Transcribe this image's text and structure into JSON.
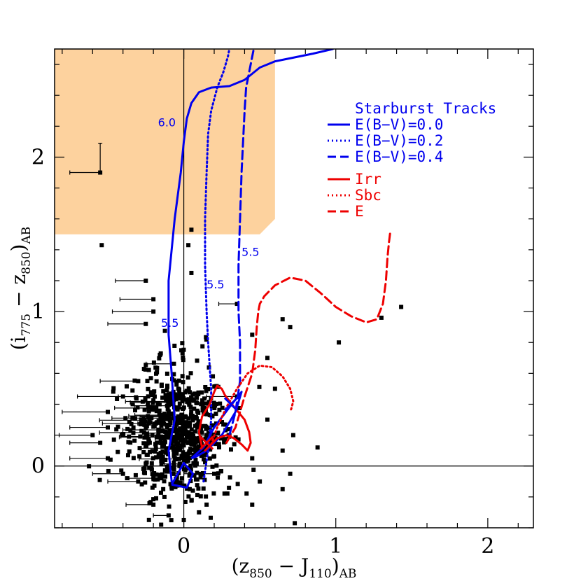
{
  "chart_data": {
    "type": "scatter",
    "xlabel": "(z850 − J110)AB",
    "xlabel_parts": {
      "open": "(z",
      "sub1": "850",
      "mid": " − J",
      "sub2": "110",
      "close": ")",
      "sub3": "AB"
    },
    "ylabel": "(i775 − z850)AB",
    "ylabel_parts": {
      "open": "(i",
      "sub1": "775",
      "mid": " − z",
      "sub2": "850",
      "close": ")",
      "sub3": "AB"
    },
    "xlim": [
      -0.85,
      2.3
    ],
    "ylim": [
      -0.4,
      2.7
    ],
    "xticks": [
      {
        "v": 0,
        "label": "0"
      },
      {
        "v": 1,
        "label": "1"
      },
      {
        "v": 2,
        "label": "2"
      }
    ],
    "yticks": [
      {
        "v": 0,
        "label": "0"
      },
      {
        "v": 1,
        "label": "1"
      },
      {
        "v": 2,
        "label": "2"
      }
    ],
    "selection_region": [
      [
        -0.85,
        2.7
      ],
      [
        0.6,
        2.7
      ],
      [
        0.6,
        1.6
      ],
      [
        0.5,
        1.5
      ],
      [
        -0.85,
        1.5
      ]
    ],
    "selection_color": "#fdd29e",
    "reference_lines": {
      "x": 0,
      "y": 0
    },
    "legend": {
      "title": "Starburst Tracks",
      "entries": [
        {
          "label": "E(B−V)=0.0",
          "color": "#0000ee",
          "dash": "solid"
        },
        {
          "label": "E(B−V)=0.2",
          "color": "#0000ee",
          "dash": "dotted"
        },
        {
          "label": "E(B−V)=0.4",
          "color": "#0000ee",
          "dash": "dashed"
        },
        {
          "label": "Irr",
          "color": "#ee0000",
          "dash": "solid"
        },
        {
          "label": "Sbc",
          "color": "#ee0000",
          "dash": "dotted"
        },
        {
          "label": "E",
          "color": "#ee0000",
          "dash": "dashed"
        }
      ]
    },
    "series": [
      {
        "name": "E(B−V)=0.0",
        "color": "#0000ee",
        "dash": "solid",
        "x": [
          -0.08,
          -0.1,
          -0.06,
          -0.08,
          -0.1,
          -0.1,
          -0.1,
          -0.08,
          -0.06,
          -0.04,
          -0.02,
          -0.01,
          0.0,
          0.02,
          0.05,
          0.1,
          0.18,
          0.3,
          0.4,
          0.5,
          0.6,
          0.7,
          0.85,
          0.98
        ],
        "y": [
          -0.1,
          0.1,
          0.3,
          0.6,
          0.85,
          1.0,
          1.2,
          1.4,
          1.6,
          1.75,
          1.9,
          2.0,
          2.1,
          2.25,
          2.35,
          2.42,
          2.45,
          2.46,
          2.5,
          2.58,
          2.62,
          2.64,
          2.67,
          2.7
        ]
      },
      {
        "name": "E(B−V)=0.2",
        "color": "#0000ee",
        "dash": "dotted",
        "x": [
          0.13,
          0.16,
          0.18,
          0.18,
          0.16,
          0.15,
          0.14,
          0.14,
          0.15,
          0.16,
          0.18,
          0.22,
          0.26,
          0.29,
          0.3
        ],
        "y": [
          -0.1,
          0.1,
          0.3,
          0.5,
          0.8,
          1.0,
          1.3,
          1.6,
          1.9,
          2.15,
          2.3,
          2.45,
          2.55,
          2.65,
          2.7
        ]
      },
      {
        "name": "E(B−V)=0.4",
        "color": "#0000ee",
        "dash": "dashed",
        "x": [
          0.3,
          0.34,
          0.37,
          0.37,
          0.36,
          0.36,
          0.37,
          0.38,
          0.39,
          0.4,
          0.41,
          0.44,
          0.46
        ],
        "y": [
          0.2,
          0.35,
          0.55,
          0.8,
          1.0,
          1.3,
          1.6,
          1.9,
          2.1,
          2.3,
          2.45,
          2.6,
          2.7
        ]
      },
      {
        "name": "Irr",
        "color": "#ee0000",
        "dash": "solid",
        "x": [
          0.12,
          0.1,
          0.12,
          0.17,
          0.2,
          0.22,
          0.25,
          0.27,
          0.3,
          0.35,
          0.4,
          0.43,
          0.44,
          0.42,
          0.38,
          0.33,
          0.28,
          0.22,
          0.17,
          0.14
        ],
        "y": [
          0.12,
          0.22,
          0.32,
          0.4,
          0.48,
          0.52,
          0.5,
          0.46,
          0.42,
          0.36,
          0.3,
          0.22,
          0.15,
          0.1,
          0.14,
          0.18,
          0.2,
          0.18,
          0.13,
          0.1
        ]
      },
      {
        "name": "Sbc",
        "color": "#ee0000",
        "dash": "dotted",
        "x": [
          0.18,
          0.22,
          0.28,
          0.35,
          0.42,
          0.5,
          0.58,
          0.65,
          0.7,
          0.72,
          0.71,
          0.7
        ],
        "y": [
          0.14,
          0.25,
          0.38,
          0.5,
          0.6,
          0.65,
          0.64,
          0.58,
          0.5,
          0.42,
          0.38,
          0.35
        ]
      },
      {
        "name": "E",
        "color": "#ee0000",
        "dash": "dashed",
        "x": [
          0.28,
          0.34,
          0.4,
          0.45,
          0.47,
          0.48,
          0.49,
          0.5,
          0.53,
          0.6,
          0.7,
          0.8,
          0.9,
          1.0,
          1.1,
          1.2,
          1.27,
          1.31,
          1.33,
          1.34,
          1.35,
          1.36
        ],
        "y": [
          0.15,
          0.25,
          0.45,
          0.6,
          0.75,
          0.9,
          1.0,
          1.05,
          1.1,
          1.17,
          1.22,
          1.2,
          1.12,
          1.03,
          0.97,
          0.93,
          0.95,
          1.05,
          1.2,
          1.35,
          1.45,
          1.53
        ]
      }
    ],
    "extra_curves": [
      {
        "color": "#0000ee",
        "x": [
          -0.08,
          0.02,
          0.06,
          0.0,
          -0.08
        ],
        "y": [
          -0.12,
          -0.14,
          -0.05,
          0.02,
          -0.12
        ]
      },
      {
        "color": "#0000ee",
        "x": [
          0.05,
          0.13,
          0.2,
          0.3,
          0.38,
          0.34,
          0.25,
          0.15,
          0.08,
          0.05
        ],
        "y": [
          0.05,
          0.12,
          0.25,
          0.38,
          0.48,
          0.35,
          0.2,
          0.1,
          0.06,
          0.05
        ]
      }
    ],
    "cross_markers": [
      {
        "x": 0.15,
        "y": 0.15,
        "color": "#ee0000"
      },
      {
        "x": 0.31,
        "y": 0.4,
        "color": "#0000ee"
      }
    ],
    "annotations": [
      {
        "text": "6.0",
        "x": -0.17,
        "y": 2.2,
        "color": "#0000ee"
      },
      {
        "text": "5.5",
        "x": 0.15,
        "y": 1.15,
        "color": "#0000ee"
      },
      {
        "text": "5.5",
        "x": 0.38,
        "y": 1.36,
        "color": "#0000ee"
      },
      {
        "text": "5.5",
        "x": -0.15,
        "y": 0.9,
        "color": "#0000ee"
      }
    ],
    "points": [
      {
        "x": -0.55,
        "y": 1.9,
        "xerr": 0.2,
        "yerr": 0.19
      },
      {
        "x": -0.54,
        "y": 1.43
      },
      {
        "x": -0.25,
        "y": 1.2,
        "xerr": 0.2
      },
      {
        "x": -0.2,
        "y": 1.0,
        "xerr": 0.27
      },
      {
        "x": -0.2,
        "y": 1.08,
        "xerr": 0.22
      },
      {
        "x": -0.25,
        "y": 0.92,
        "xerr": 0.25
      },
      {
        "x": 0.35,
        "y": 1.05,
        "xerr": 0.12
      },
      {
        "x": 1.43,
        "y": 1.03
      },
      {
        "x": 1.02,
        "y": 0.8
      },
      {
        "x": 1.3,
        "y": 0.96
      },
      {
        "x": 0.7,
        "y": 0.9
      },
      {
        "x": 0.65,
        "y": 0.95
      },
      {
        "x": 0.05,
        "y": 1.25
      },
      {
        "x": 0.03,
        "y": 1.43
      },
      {
        "x": 0.05,
        "y": 1.53
      },
      {
        "x": -0.3,
        "y": 0.55,
        "xerr": 0.25
      },
      {
        "x": -0.4,
        "y": 0.45,
        "xerr": 0.3
      },
      {
        "x": -0.5,
        "y": 0.35,
        "xerr": 0.3
      },
      {
        "x": -0.5,
        "y": 0.25,
        "xerr": 0.25
      },
      {
        "x": -0.6,
        "y": 0.2,
        "xerr": 0.22
      },
      {
        "x": -0.55,
        "y": 0.15,
        "xerr": 0.2
      },
      {
        "x": -0.5,
        "y": 0.05,
        "xerr": 0.25
      },
      {
        "x": -0.4,
        "y": -0.05,
        "xerr": 0.2
      },
      {
        "x": -0.3,
        "y": -0.1,
        "xerr": 0.2
      },
      {
        "x": -0.2,
        "y": -0.25,
        "xerr": 0.18
      },
      {
        "x": -0.1,
        "y": -0.32,
        "xerr": 0.1
      },
      {
        "x": 0.35,
        "y": 0.45,
        "xerr": 0.2
      },
      {
        "x": 0.3,
        "y": 0.2,
        "xerr": 0.2
      },
      {
        "x": 0.2,
        "y": -0.05,
        "xerr": 0.2
      },
      {
        "x": 0.88,
        "y": 0.12
      },
      {
        "x": 0.72,
        "y": 0.2
      },
      {
        "x": 0.6,
        "y": 0.5
      },
      {
        "x": 0.55,
        "y": 0.7
      },
      {
        "x": 0.45,
        "y": 0.85
      },
      {
        "x": 0.65,
        "y": 0.1
      },
      {
        "x": 0.7,
        "y": -0.05
      },
      {
        "x": 0.65,
        "y": -0.15
      },
      {
        "x": 0.5,
        "y": -0.1
      },
      {
        "x": 0.45,
        "y": -0.25
      },
      {
        "x": 0.15,
        "y": -0.25
      },
      {
        "x": 0.1,
        "y": -0.3
      },
      {
        "x": 0.0,
        "y": -0.35
      },
      {
        "x": 0.73,
        "y": -0.37
      },
      {
        "x": 0.45,
        "y": 0.05
      },
      {
        "x": 0.55,
        "y": 0.3
      }
    ],
    "dense_cloud": {
      "n": 720,
      "x_center": -0.05,
      "y_center": 0.22,
      "x_sd": 0.17,
      "y_sd": 0.2
    }
  }
}
